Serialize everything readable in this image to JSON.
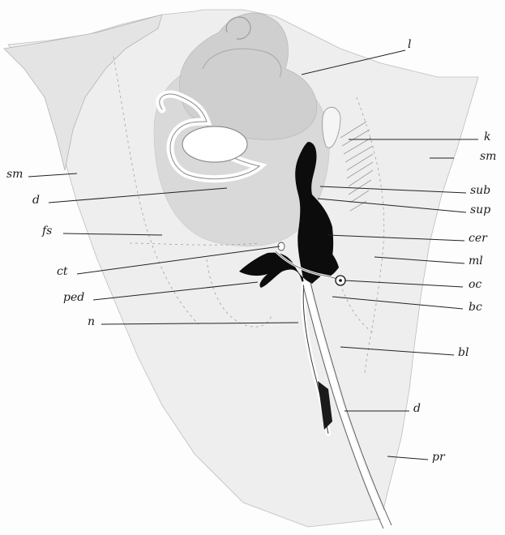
{
  "colors": {
    "tissue_light": "#e6e6e6",
    "tissue_mid": "#d2d2d2",
    "ink": "#111111",
    "background": "#fdfdfd"
  },
  "labels": {
    "l": "l",
    "k": "k",
    "sm_right": "sm",
    "sm_left": "sm",
    "d_left": "d",
    "sub": "sub",
    "sup": "sup",
    "fs": "fs",
    "cer": "cer",
    "ct": "ct",
    "ml": "ml",
    "oc": "oc",
    "ped": "ped",
    "bc": "bc",
    "n": "n",
    "bl": "bl",
    "d_right": "d",
    "pr": "pr"
  }
}
